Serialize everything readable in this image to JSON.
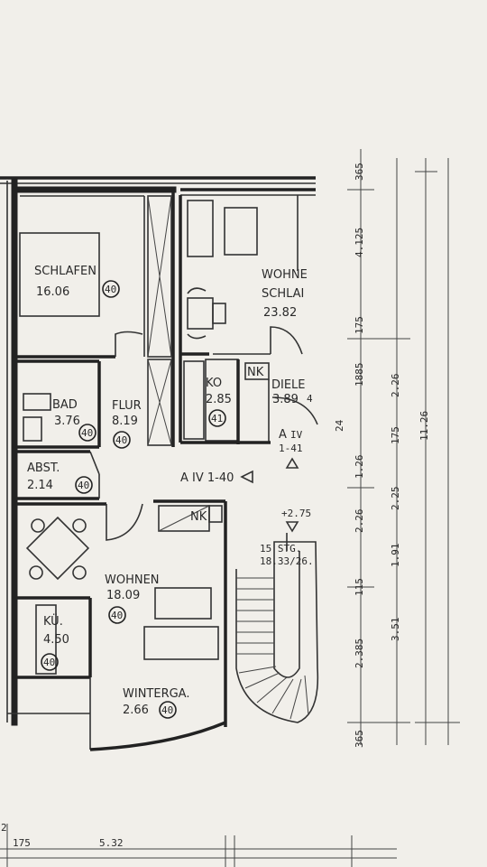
{
  "colors": {
    "paper": "#f1efea",
    "ink": "#222222"
  },
  "rooms": {
    "schlafen": {
      "name": "SCHLAFEN",
      "area": "16.06",
      "mark": "40"
    },
    "wohnen_schlaf": {
      "name_line1": "WOHNE",
      "name_line2": "SCHLAI",
      "area": "23.82"
    },
    "bad": {
      "name": "BAD",
      "area": "3.76",
      "mark": "40"
    },
    "flur": {
      "name": "FLUR",
      "area": "8.19",
      "mark": "40"
    },
    "kochen": {
      "name": "KO",
      "area": "2.85",
      "mark": "41"
    },
    "diele": {
      "name": "DIELE",
      "area": "3.89",
      "mark": "4"
    },
    "abst": {
      "name": "ABST.",
      "area": "2.14",
      "mark": "40"
    },
    "wohnen": {
      "name": "WOHNEN",
      "area": "18.09",
      "mark": "40"
    },
    "kueche": {
      "name": "KÜ.",
      "area": "4.50",
      "mark": "40"
    },
    "wintergarten": {
      "name": "WINTERGA.",
      "area": "2.66",
      "mark": "40"
    }
  },
  "annotations": {
    "nk_top": "NK",
    "nk_bottom": "NK",
    "section_a_upper_top": "A",
    "section_a_upper_num": "IV",
    "section_a_upper_bottom": "1-41",
    "section_a_lower": "A IV 1-40",
    "level": "+2.75",
    "stair_line1": "15 STG.",
    "stair_line2": "18.33/26."
  },
  "dimensions": {
    "right_column": [
      "365",
      "4.125",
      "175",
      "1885",
      "24",
      "1.26",
      "2.26",
      "115",
      "2.385",
      "365"
    ],
    "right_column2": [
      "2.26",
      "175",
      "2.25",
      "1.91",
      "3.51"
    ],
    "far_right": "11.26",
    "bottom_left": "175",
    "bottom_mid": "5.32",
    "bottom_corner": "2"
  }
}
